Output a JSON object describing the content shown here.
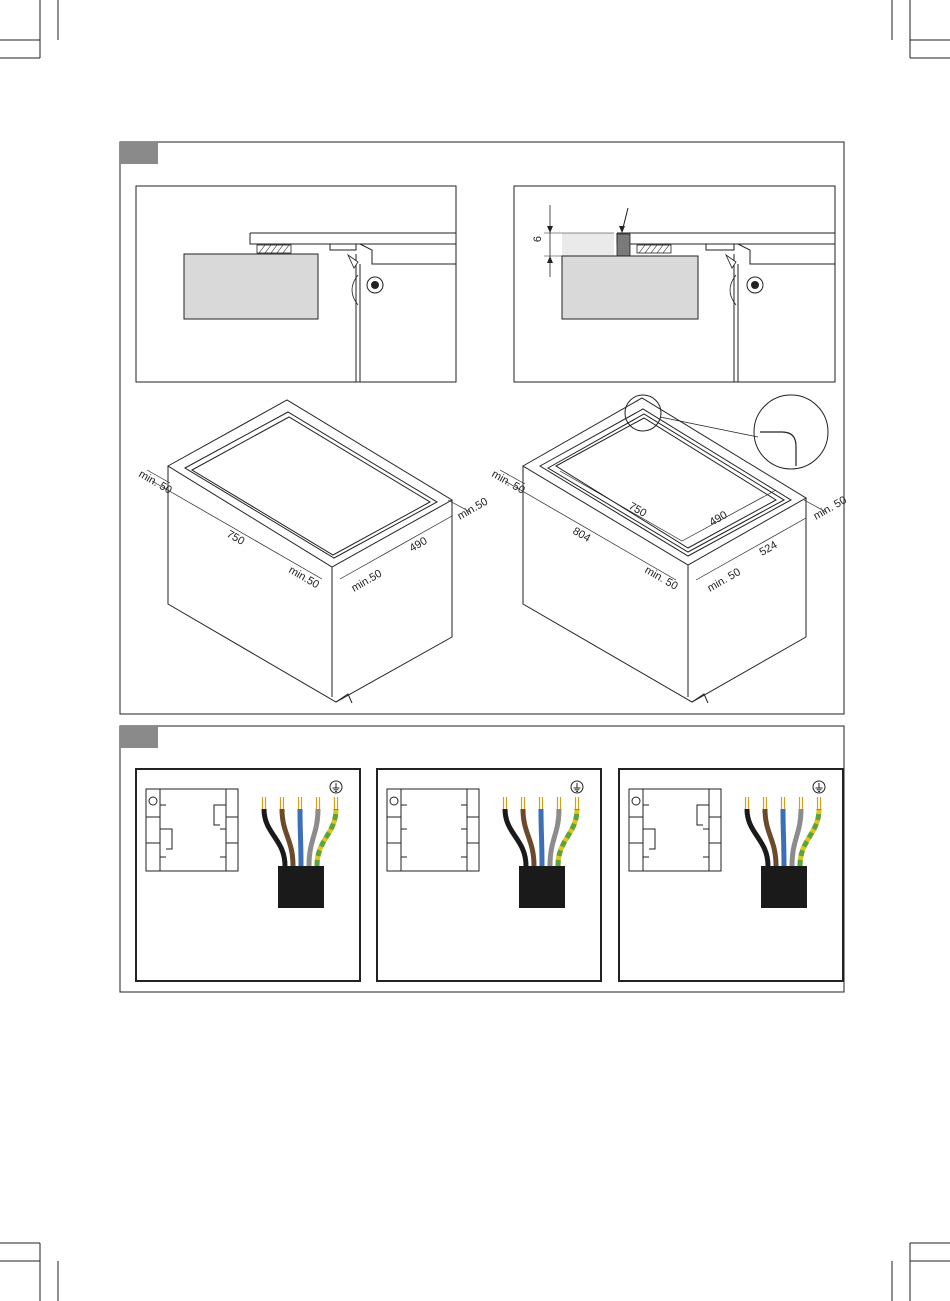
{
  "colors": {
    "line": "#222222",
    "counter_grey": "#d9d9d9",
    "seal_dark": "#7a7a7a",
    "tab_grey": "#8a8a8a",
    "wire_black": "#1a1a1a",
    "wire_brown": "#6b4a2b",
    "wire_blue": "#3b6fb6",
    "wire_grey": "#8c8c8c",
    "wire_green": "#5aa53a",
    "wire_yellow": "#e3c21a",
    "copper": "#d4a017"
  },
  "figure_top": {
    "detail_right": {
      "gap_label": "6"
    },
    "cabinet_left": {
      "dim_depth": "750",
      "dim_width": "490",
      "min_back": "min. 50",
      "min_front": "min.50",
      "min_side_front": "min.50",
      "min_side_right": "min.50"
    },
    "cabinet_right": {
      "dim_cutout_depth": "750",
      "dim_cutout_width": "490",
      "dim_outer_depth": "804",
      "dim_outer_width": "524",
      "min_back": "min. 50",
      "min_front": "min. 50",
      "min_side_front": "min. 50",
      "min_side_right": "min. 50"
    }
  },
  "figure_bottom": {
    "panels": [
      {
        "wires": [
          "black",
          "brown",
          "blue",
          "grey",
          "green-yellow"
        ]
      },
      {
        "wires": [
          "black",
          "brown",
          "blue",
          "grey",
          "green-yellow"
        ]
      },
      {
        "wires": [
          "black",
          "brown",
          "blue",
          "grey",
          "green-yellow"
        ]
      }
    ],
    "earth_icon": "protective-earth-icon"
  }
}
